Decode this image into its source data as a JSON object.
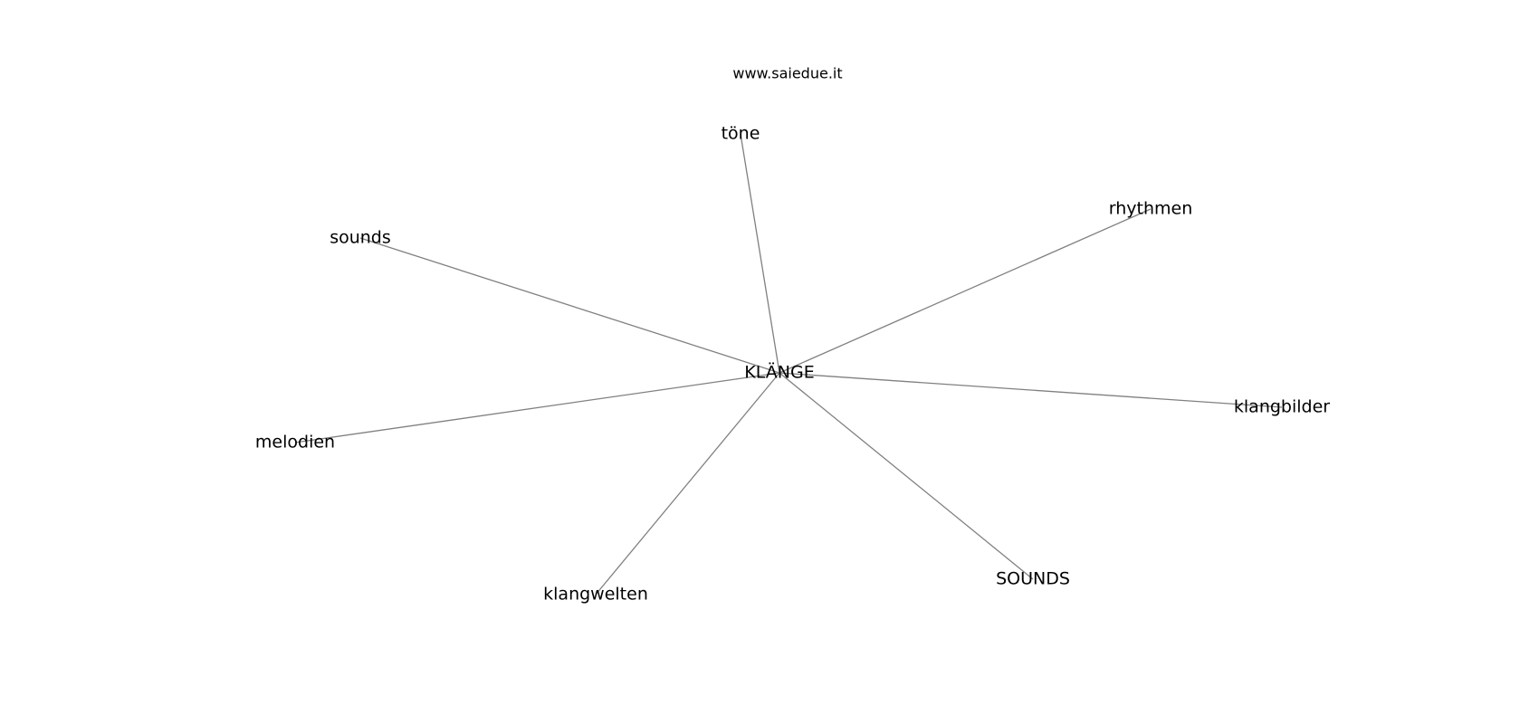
{
  "header": {
    "site": "www.saiedue.it"
  },
  "graph": {
    "center": {
      "id": "center",
      "label": "KLÄNGE"
    },
    "nodes": [
      {
        "id": "toene",
        "label": "töne"
      },
      {
        "id": "rhythmen",
        "label": "rhythmen"
      },
      {
        "id": "sounds_lower",
        "label": "sounds"
      },
      {
        "id": "klangbilder",
        "label": "klangbilder"
      },
      {
        "id": "melodien",
        "label": "melodien"
      },
      {
        "id": "SOUNDS",
        "label": "SOUNDS"
      },
      {
        "id": "klangwelten",
        "label": "klangwelten"
      }
    ],
    "edges": [
      {
        "source": "center",
        "target": "toene"
      },
      {
        "source": "center",
        "target": "rhythmen"
      },
      {
        "source": "center",
        "target": "sounds_lower"
      },
      {
        "source": "center",
        "target": "klangbilder"
      },
      {
        "source": "center",
        "target": "melodien"
      },
      {
        "source": "center",
        "target": "SOUNDS"
      },
      {
        "source": "center",
        "target": "klangwelten"
      }
    ],
    "colors": {
      "edge": "#808080",
      "label": "#000000",
      "background": "#ffffff"
    }
  }
}
